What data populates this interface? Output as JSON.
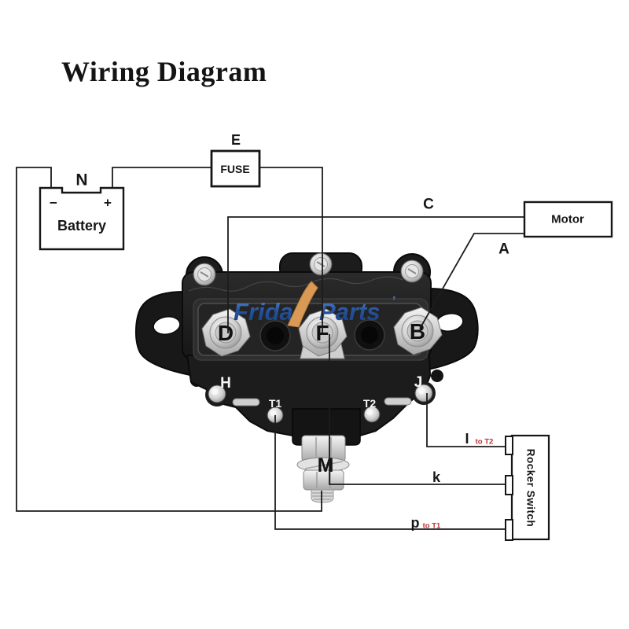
{
  "title": "Wiring Diagram",
  "battery": {
    "label": "N",
    "minus": "−",
    "plus": "+",
    "name": "Battery"
  },
  "fuse": {
    "label": "E",
    "name": "FUSE"
  },
  "motor": {
    "name": "Motor"
  },
  "rocker_switch": {
    "name": "Rocker Switch"
  },
  "wire_labels": {
    "c": "C",
    "a": "A",
    "i": "I",
    "i_dest": "to T2",
    "k": "k",
    "p": "p",
    "p_dest": "to T1"
  },
  "solenoid": {
    "terminals": {
      "d": "D",
      "f": "F",
      "b": "B"
    },
    "posts": {
      "h": "H",
      "j": "J",
      "t1": "T1",
      "t2": "T2",
      "m": "M"
    },
    "logo": {
      "part1": "Frida",
      "part2": "Parts",
      "mark": "’"
    }
  },
  "colors": {
    "wire": "#1c1c1c",
    "red_label": "#c03030",
    "logo_blue": "#2a5aa8",
    "logo_orange": "#d99a55",
    "solenoid_body": "#1f1f1f"
  }
}
